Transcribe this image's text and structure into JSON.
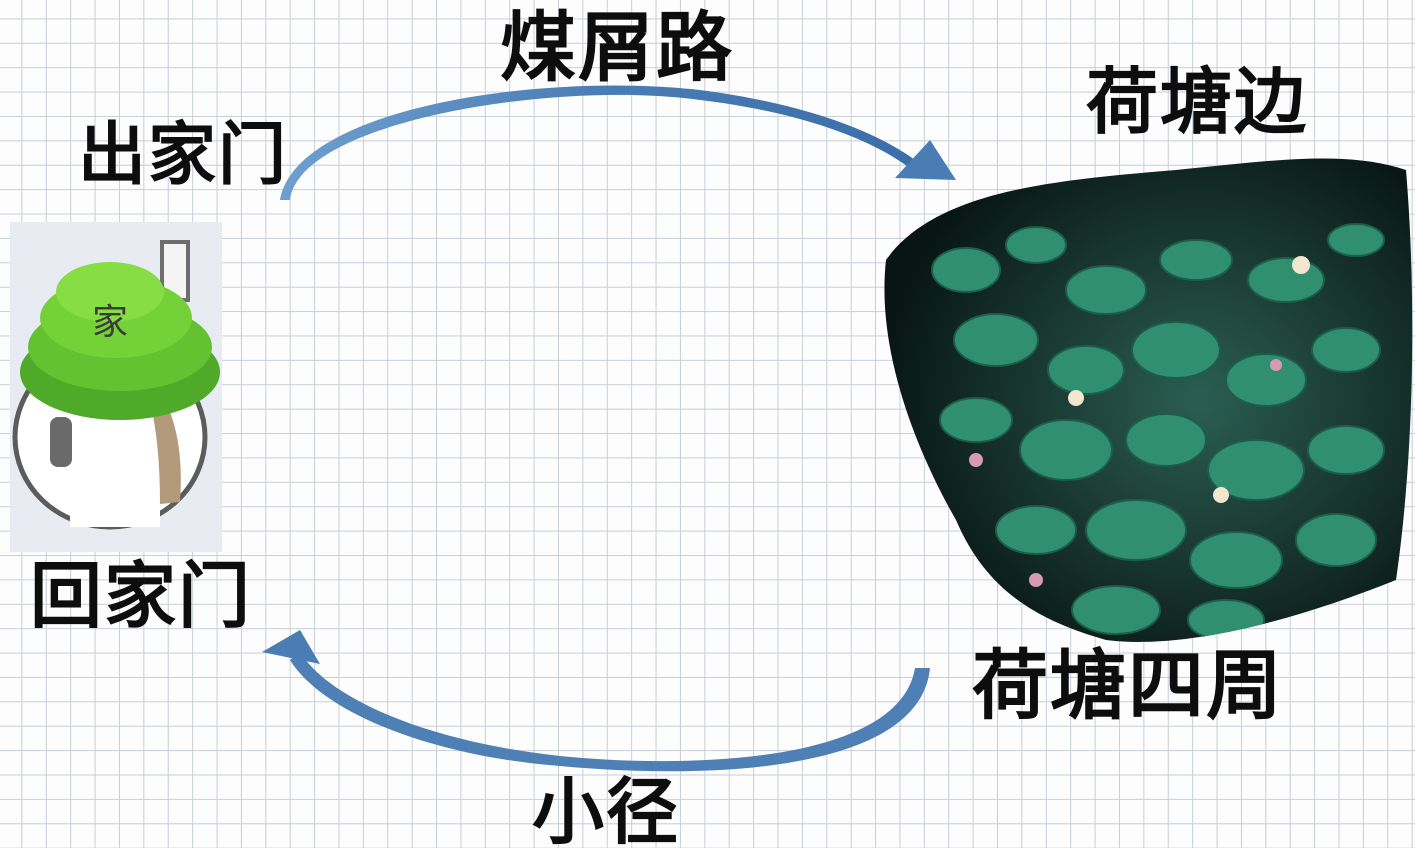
{
  "labels": {
    "top_path": "煤屑路",
    "leave_home": "出家门",
    "pond_edge": "荷塘边",
    "return_home": "回家门",
    "pond_around": "荷塘四周",
    "bottom_path": "小径"
  },
  "house": {
    "roof_char": "家"
  },
  "colors": {
    "arrow": "#4f7fb4",
    "roof": "#5cc02c",
    "pond_dark": "#0d2220",
    "leaf": "#2e8a6c",
    "grid": "#c7ced6"
  }
}
